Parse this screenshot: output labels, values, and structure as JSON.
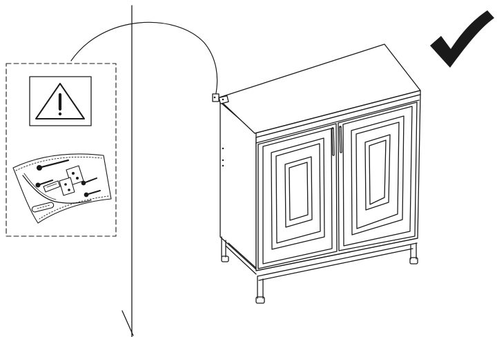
{
  "figure": {
    "kind": "assembly-instruction",
    "background": "#ffffff",
    "ink": "#1a1a1a",
    "icons": [
      "wall",
      "tether-strap",
      "warning-triangle-icon",
      "hardware-bag",
      "cabinet",
      "checkmark-icon"
    ]
  }
}
